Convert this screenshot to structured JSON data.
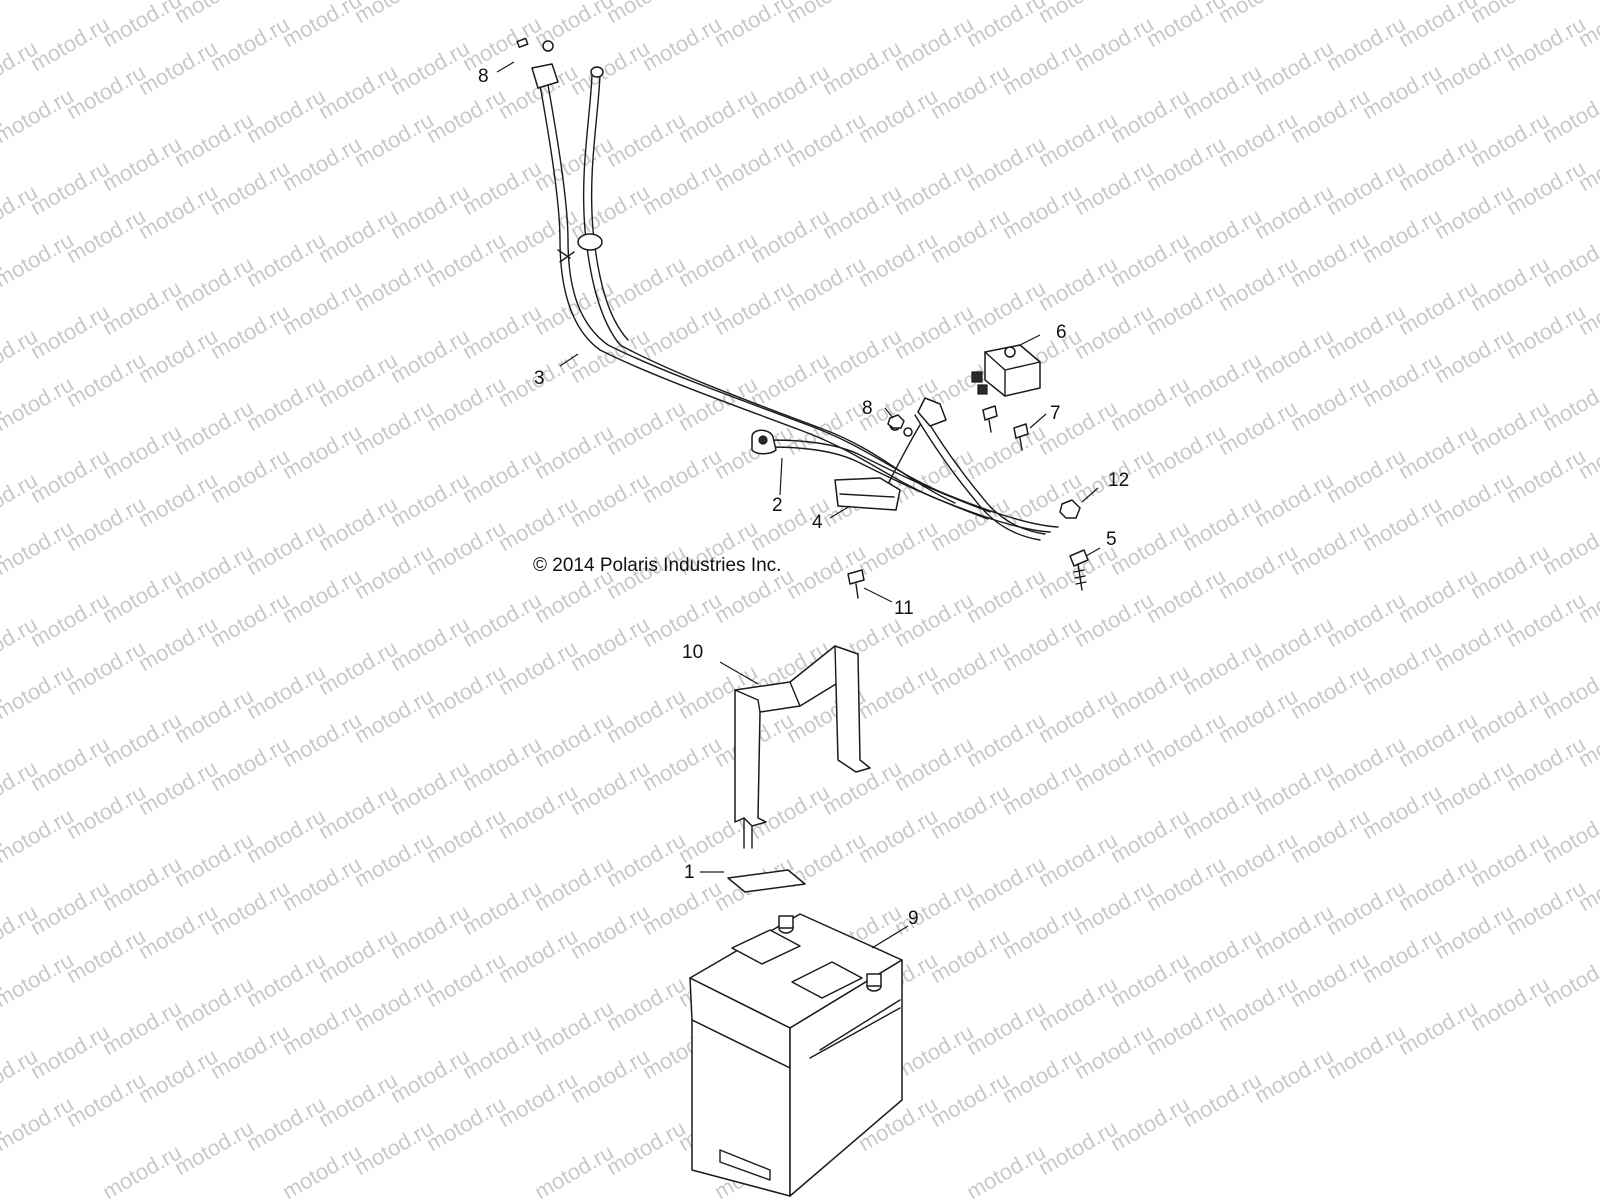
{
  "watermark": {
    "text": "motod.ru",
    "color": "#c9c9c9"
  },
  "copyright": "© 2014 Polaris Industries Inc.",
  "callouts": {
    "c1": "1",
    "c2": "2",
    "c3": "3",
    "c4": "4",
    "c5": "5",
    "c6": "6",
    "c7": "7",
    "c8a": "8",
    "c8b": "8",
    "c9": "9",
    "c10": "10",
    "c11": "11",
    "c12": "12"
  }
}
